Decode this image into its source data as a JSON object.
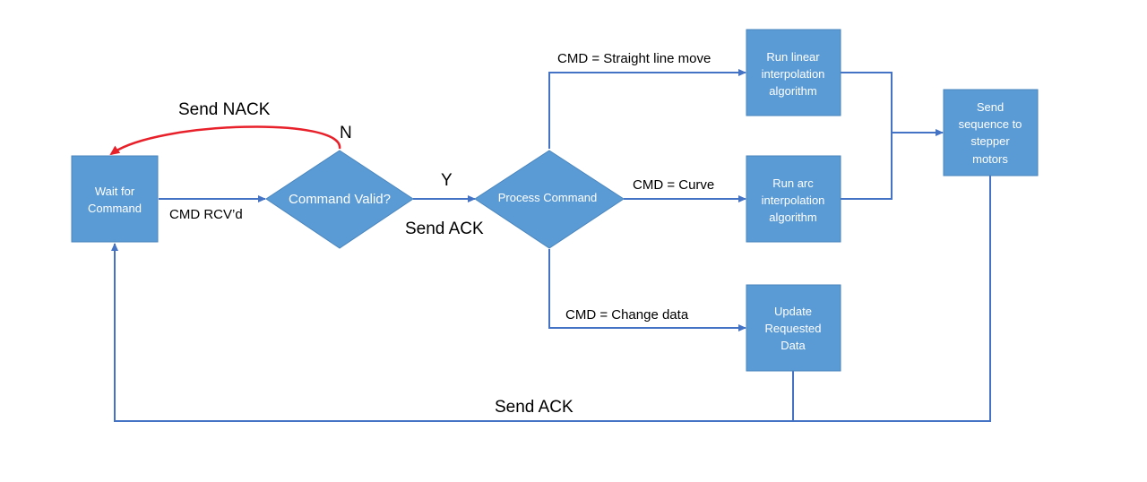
{
  "nodes": {
    "wait": {
      "line1": "Wait for",
      "line2": "Command"
    },
    "validate": {
      "label": "Command Valid?"
    },
    "process": {
      "label": "Process Command"
    },
    "linear": {
      "line1": "Run linear",
      "line2": "interpolation",
      "line3": "algorithm"
    },
    "arc": {
      "line1": "Run arc",
      "line2": "interpolation",
      "line3": "algorithm"
    },
    "update": {
      "line1": "Update",
      "line2": "Requested",
      "line3": "Data"
    },
    "send_seq": {
      "line1": "Send",
      "line2": "sequence to",
      "line3": "stepper",
      "line4": "motors"
    }
  },
  "labels": {
    "cmd_rcvd": "CMD RCV’d",
    "send_nack": "Send NACK",
    "n": "N",
    "y": "Y",
    "send_ack_mid": "Send ACK",
    "straight": "CMD = Straight line move",
    "curve": "CMD = Curve",
    "change": "CMD = Change data",
    "send_ack_bottom": "Send ACK"
  },
  "colors": {
    "shape_fill": "#5B9BD5",
    "shape_border": "#4A86BE",
    "connector": "#4472C4",
    "nack_arrow": "#E8202A"
  }
}
